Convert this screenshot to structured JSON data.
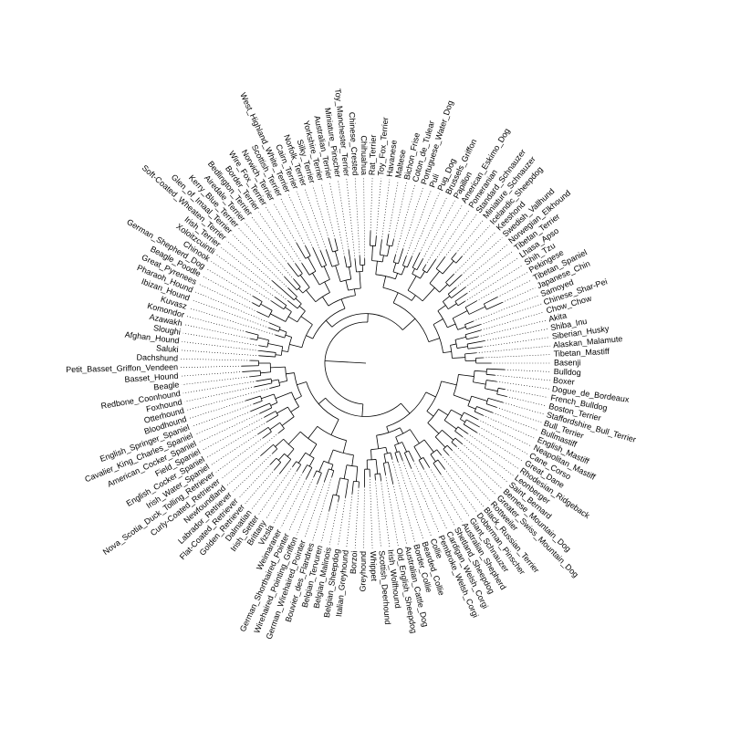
{
  "tree": {
    "layout": "circular",
    "branch_color": "#000000",
    "connector_style": "dotted",
    "leaves": [
      "Basenji",
      "Tibetan_Mastiff",
      "Alaskan_Malamute",
      "Siberian_Husky",
      "Shiba_Inu",
      "Akita",
      "Chow_Chow",
      "Chinese_Shar-Pei",
      "Samoyed",
      "Japanese_Chin",
      "Tibetan_Spaniel",
      "Pekingese",
      "Shih_Tzu",
      "Lhasa_Apso",
      "Tibetan_Terrier",
      "Norwegian_Elkhound",
      "Swedish_Vallhund",
      "Keeshond",
      "Icelandic_Sheepdog",
      "Miniature_Schnauzer",
      "Standard_Schnauzer",
      "Pomeranian",
      "American_Eskimo_Dog",
      "Papillon",
      "Brussels_Griffon",
      "Pug_Dog",
      "Puli",
      "Portuguese_Water_Dog",
      "Coton_de_Tulear",
      "Bichon_Frise",
      "Maltese",
      "Havanese",
      "Toy_Fox_Terrier",
      "Rat_Terrier",
      "Chihuahua",
      "Chinese_Crested",
      "Toy_Manchester_Terrier",
      "Miniature_Pinscher",
      "Australian_Terrier",
      "Yorkshire_Terrier",
      "Silky_Terrier",
      "Norfolk_Terrier",
      "Cairn_Terrier",
      "West_Highland_White_Terrier",
      "Scottish_Terrier",
      "Norwich_Terrier",
      "Wire_Fox_Terrier",
      "Border_Terrier",
      "Bedlington_Terrier",
      "Airedale_Terrier",
      "Kerry_Blue_Terrier",
      "Glen_of_Imaal_Terrier",
      "Soft-Coated_Wheaten_Terrier",
      "Irish_Terrier",
      "Xoloitzcuintli",
      "Chinook",
      "German_Shepherd_Dog",
      "Beagle_Poodle",
      "Great_Pyrenees",
      "Pharaoh_Hound",
      "Ibizan_Hound",
      "Kuvasz",
      "Komondor",
      "Azawakh",
      "Sloughi",
      "Afghan_Hound",
      "Saluki",
      "Dachshund",
      "Petit_Basset_Griffon_Vendeen",
      "Basset_Hound",
      "Beagle",
      "Redbone_Coonhound",
      "Foxhound",
      "Otterhound",
      "Bloodhound",
      "English_Springer_Spaniel",
      "Cavalier_King_Charles_Spaniel",
      "American_Cocker_Spaniel",
      "Field_Spaniel",
      "English_Cocker_Spaniel",
      "Irish_Water_Spaniel",
      "Nova_Scotia_Duck_Tolling_Retriever",
      "Curly-Coated_Retriever",
      "Newfoundland",
      "Labrador_Retriever",
      "Flat-Coated_Retriever",
      "Golden_Retriever",
      "Dalmatian",
      "Irish_Setter",
      "Brittany",
      "Vizsla",
      "Weimaraner",
      "German_Shorthaired_Pointer",
      "Wirehaired_Pointing_Griffon",
      "German_Wirehaired_Pointer",
      "Bouvier_des_Flandres",
      "Belgian_Tervuren",
      "Belgian_Malinois",
      "Belgian_Sheepdog",
      "Italian_Greyhound",
      "Borzoi",
      "Greyhound",
      "Whippet",
      "Scottish_Deerhound",
      "Irish_Wolfhound",
      "Old_English_Sheepdog",
      "Australian_Cattle_Dog",
      "Border_Collie",
      "Bearded_Collie",
      "Collie",
      "Pembroke_Welsh_Corgi",
      "Cardigan_Welsh_Corgi",
      "Shetland_Sheepdog",
      "Australian_Shepherd",
      "Giant_Schnauzer",
      "Doberman_Pinscher",
      "Black_Russian_Terrier",
      "Rottweiler",
      "Greater_Swiss_Mountain_Dog",
      "Bernese_Mountain_Dog",
      "Saint_Bernard",
      "Leonberger",
      "Rhodesian_Ridgeback",
      "Great_Dane",
      "Cane_Corso",
      "Neapolitan_Mastiff",
      "English_Mastiff",
      "Bullmastiff",
      "Bull_Terrier",
      "Staffordshire_Bull_Terrier",
      "Boston_Terrier",
      "French_Bulldog",
      "Dogue_de_Bordeaux",
      "Boxer",
      "Bulldog"
    ]
  }
}
